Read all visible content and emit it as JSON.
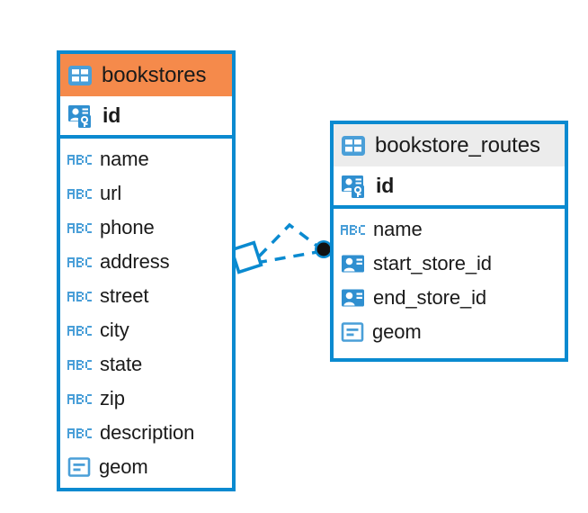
{
  "diagram": {
    "type": "entity-relationship-diagram",
    "background_color": "#ffffff",
    "accent_color": "#0a8ad0",
    "highlight_color": "#f58a4b",
    "header_gray": "#ececec"
  },
  "entities": [
    {
      "name": "bookstores",
      "header_style": "accent-orange",
      "table_icon": "table-icon",
      "primary_key": {
        "label": "id",
        "icon": "primary-key-icon"
      },
      "fields": [
        {
          "label": "name",
          "icon": "text-abc-icon"
        },
        {
          "label": "url",
          "icon": "text-abc-icon"
        },
        {
          "label": "phone",
          "icon": "text-abc-icon"
        },
        {
          "label": "address",
          "icon": "text-abc-icon"
        },
        {
          "label": "street",
          "icon": "text-abc-icon"
        },
        {
          "label": "city",
          "icon": "text-abc-icon"
        },
        {
          "label": "state",
          "icon": "text-abc-icon"
        },
        {
          "label": "zip",
          "icon": "text-abc-icon"
        },
        {
          "label": "description",
          "icon": "text-abc-icon"
        },
        {
          "label": "geom",
          "icon": "geometry-icon"
        }
      ]
    },
    {
      "name": "bookstore_routes",
      "header_style": "accent-gray",
      "table_icon": "table-icon",
      "primary_key": {
        "label": "id",
        "icon": "primary-key-icon"
      },
      "fields": [
        {
          "label": "name",
          "icon": "text-abc-icon"
        },
        {
          "label": "start_store_id",
          "icon": "foreign-key-icon"
        },
        {
          "label": "end_store_id",
          "icon": "foreign-key-icon"
        },
        {
          "label": "geom",
          "icon": "geometry-icon"
        }
      ]
    }
  ],
  "relationship": {
    "source_entity": "bookstores",
    "target_entity": "bookstore_routes",
    "source_marker": "diamond-marker",
    "target_marker": "filled-circle-marker",
    "line_style": "dashed",
    "line_color": "#0a8ad0"
  }
}
